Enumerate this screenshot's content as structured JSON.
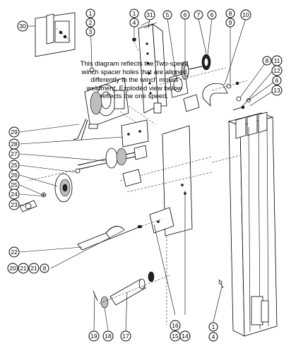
{
  "note": "This diagram reflects the Two-speed winch spacer holes that are aligned differently to the winch mount weldment. Exploded view below reflects the one speed.",
  "callouts": {
    "c30": "30",
    "c1a": "1",
    "c2a": "2",
    "c3a": "3",
    "c1b": "1",
    "c4a": "4",
    "c31": "31",
    "c5": "5",
    "c6a": "6",
    "c7": "7",
    "c6b": "6",
    "c8a": "8",
    "c9": "9",
    "c10": "10",
    "c8b": "8",
    "c11": "11",
    "c12": "12",
    "c6c": "6",
    "c13": "13",
    "c29": "29",
    "c28": "28",
    "c27": "27",
    "c25a": "25",
    "c26": "26",
    "c25b": "25",
    "c24": "24",
    "c23": "23",
    "c22": "22",
    "c20": "20",
    "c21a": "21",
    "c21b": "21",
    "c8c": "8",
    "c19": "19",
    "c18": "18",
    "c17": "17",
    "c16": "16",
    "c15": "15",
    "c14": "14",
    "c1c": "1",
    "c4b": "4"
  }
}
